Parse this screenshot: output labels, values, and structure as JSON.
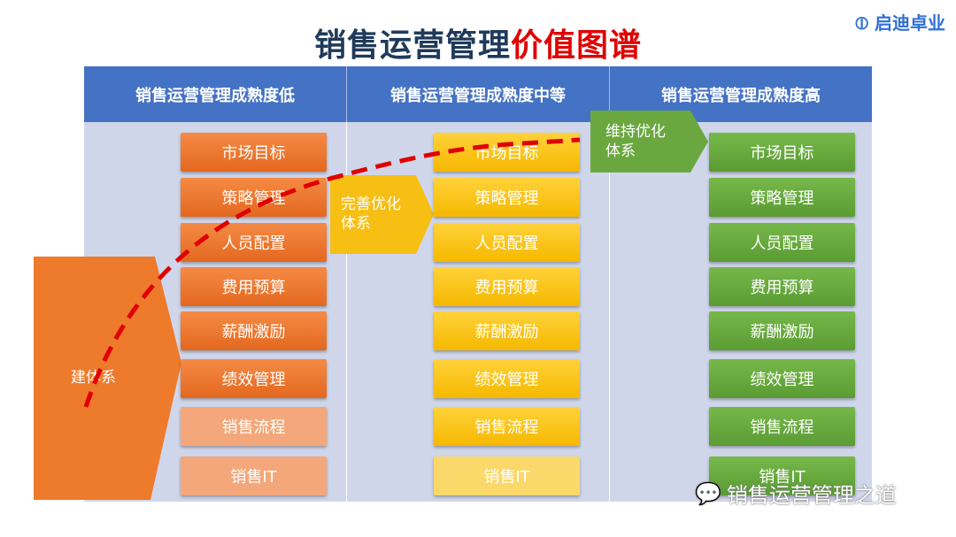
{
  "title": {
    "main": "销售运营管理",
    "highlight": "价值图谱"
  },
  "logo": "启迪卓业",
  "columns": [
    "销售运营管理成熟度低",
    "销售运营管理成熟度中等",
    "销售运营管理成熟度高"
  ],
  "items": [
    "市场目标",
    "策略管理",
    "人员配置",
    "费用预算",
    "薪酬激励",
    "绩效管理",
    "销售流程",
    "销售IT"
  ],
  "arrows": {
    "build": "建体系",
    "improve": "完善优化体系",
    "maintain": "维持优化体系"
  },
  "colors": {
    "header": "#4472c4",
    "low": "#ed7d31",
    "mid": "#ffc000",
    "high": "#70ad47",
    "curve": "#e00000"
  },
  "watermark": "销售运营管理之道"
}
